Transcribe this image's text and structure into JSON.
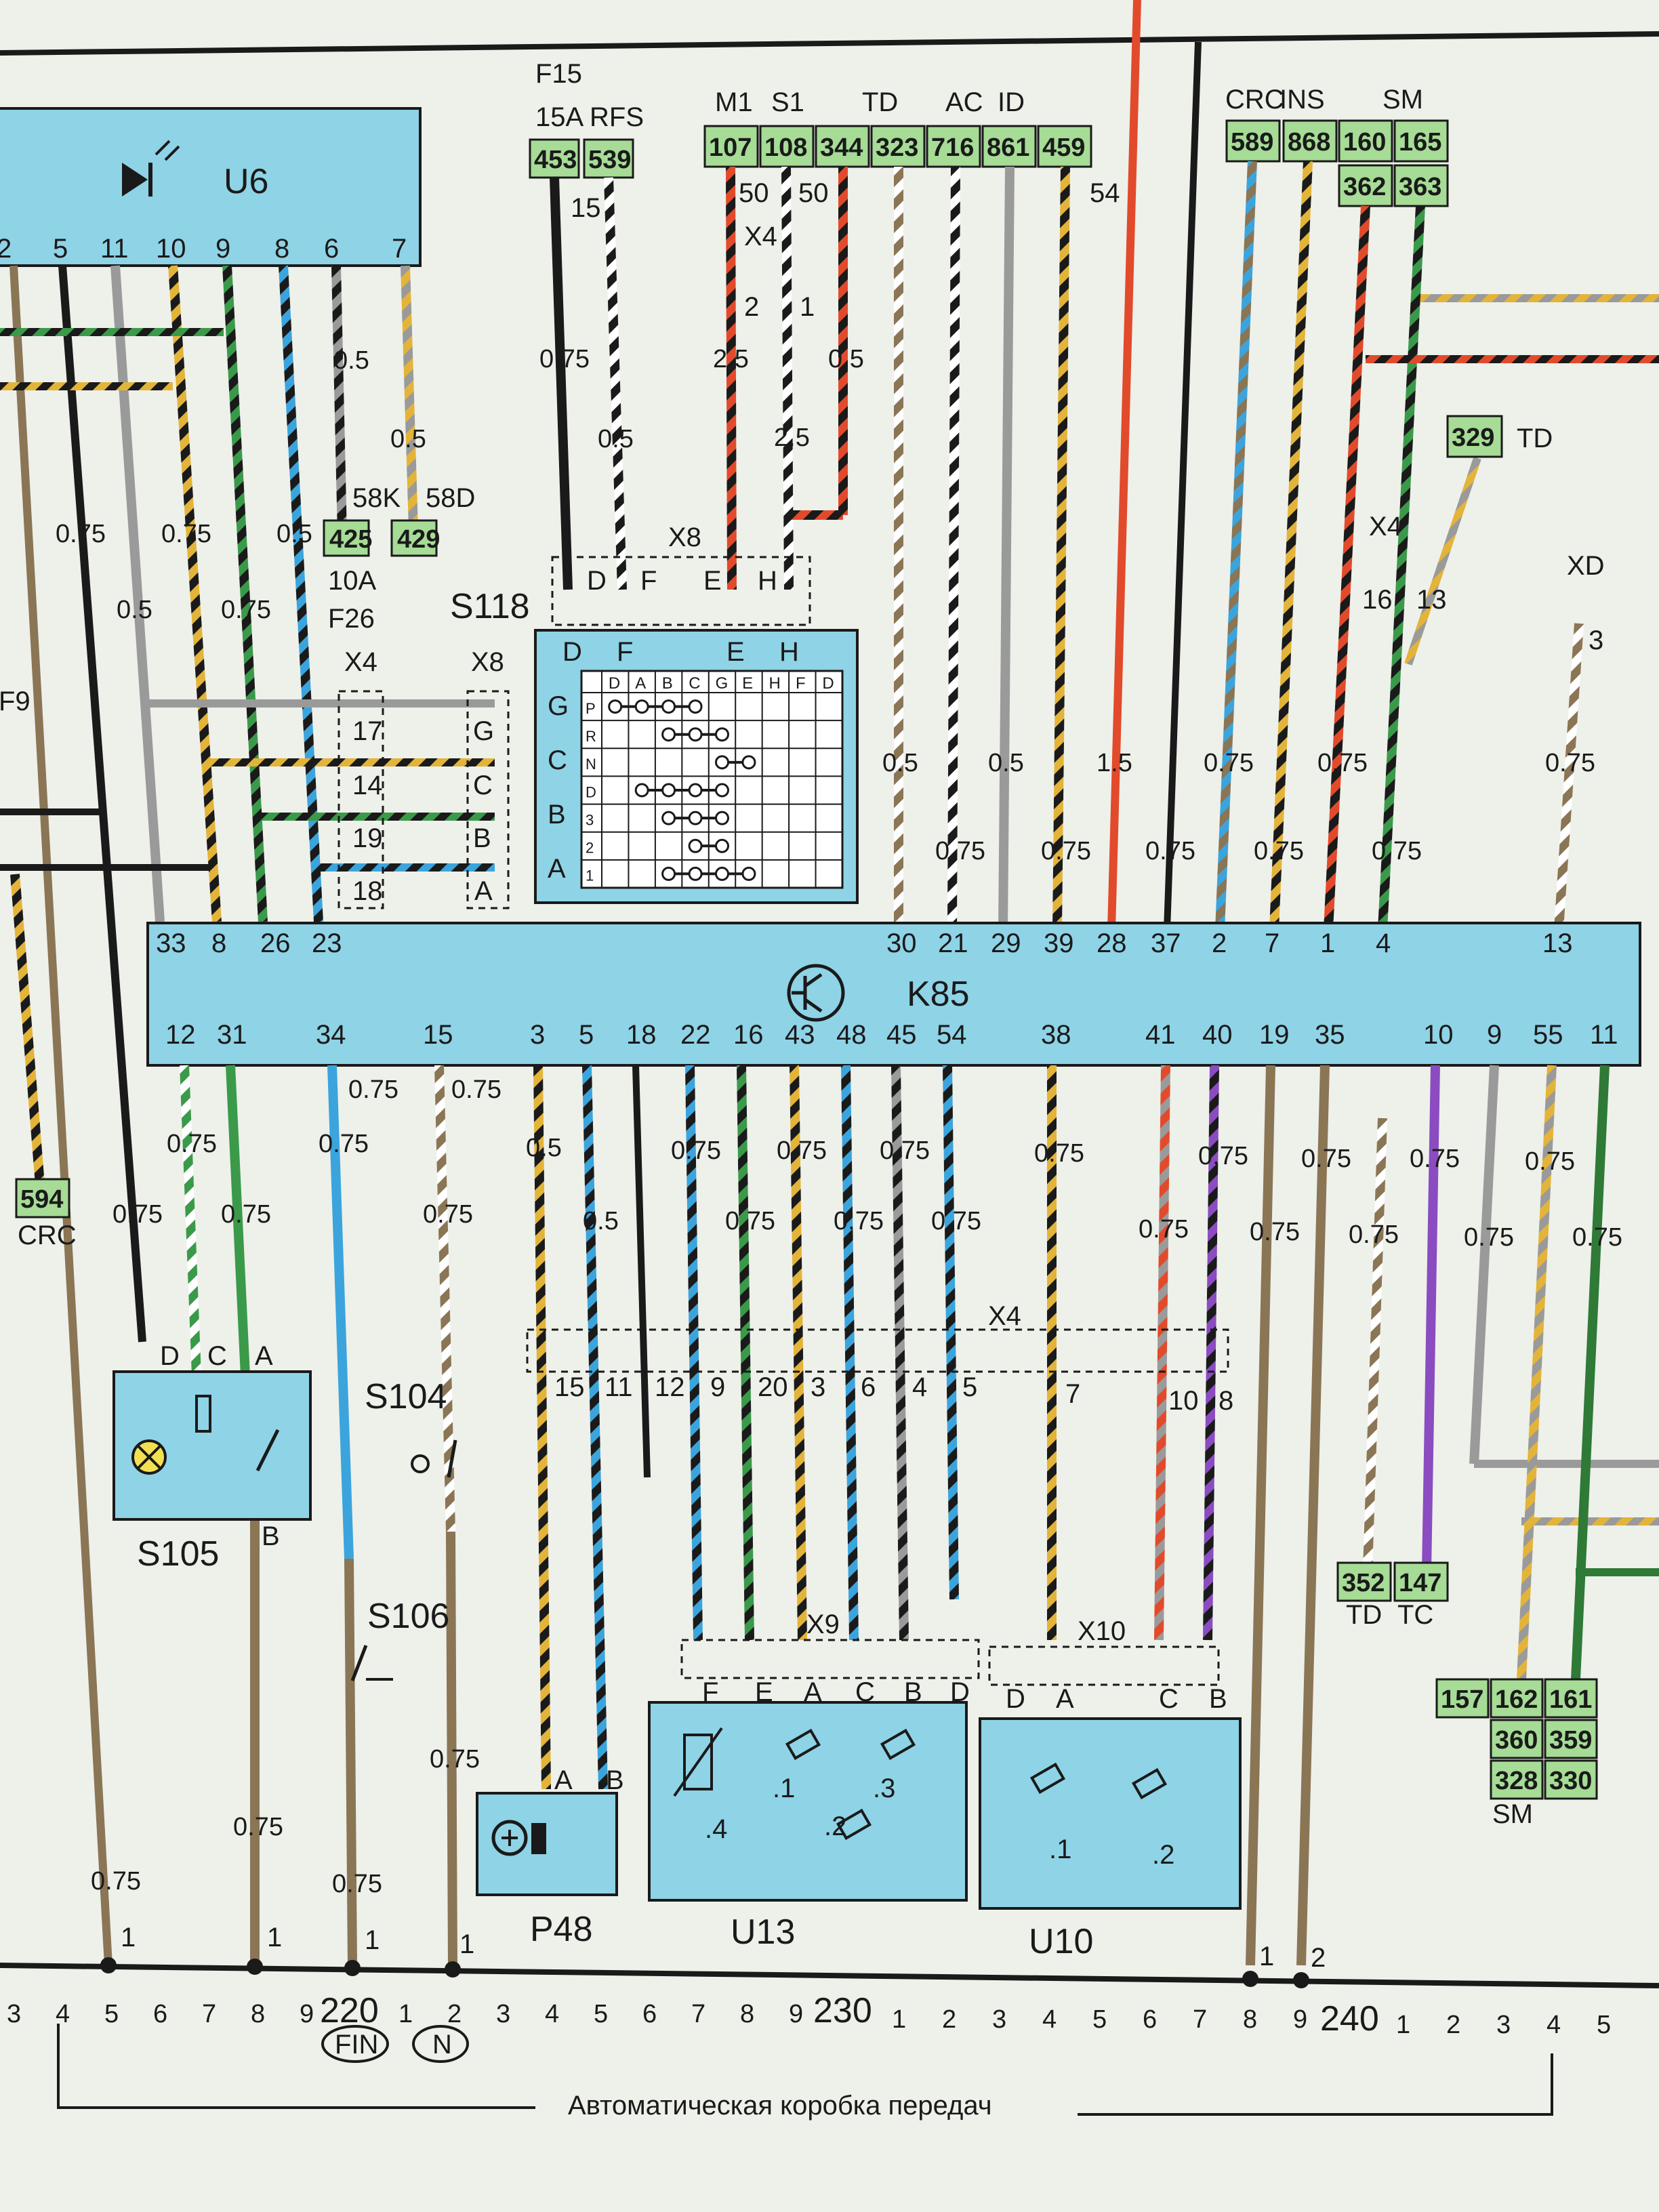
{
  "footer": {
    "caption": "Автоматическая коробка передач",
    "page_numbers": [
      "220",
      "230",
      "240"
    ],
    "pins_left": [
      "3",
      "4",
      "5",
      "6",
      "7",
      "8",
      "9"
    ],
    "pins_mid1": [
      "1",
      "2",
      "3",
      "4",
      "5",
      "6",
      "7",
      "8",
      "9"
    ],
    "pins_mid2": [
      "1",
      "2",
      "3",
      "4",
      "5",
      "6",
      "7",
      "8",
      "9"
    ],
    "pins_right": [
      "1",
      "2",
      "3",
      "4",
      "5"
    ],
    "badges": [
      "FIN",
      "N"
    ]
  },
  "top_labels": {
    "f15": "F15",
    "fuse_15a": "15A",
    "rfs": "RFS",
    "m1": "M1",
    "s1": "S1",
    "td": "TD",
    "ac": "AC",
    "id": "ID",
    "crc": "CRC",
    "ins": "INS",
    "sm": "SM"
  },
  "top_codes": [
    "453",
    "539",
    "107",
    "108",
    "344",
    "323",
    "716",
    "861",
    "459",
    "589",
    "868",
    "160",
    "165",
    "362",
    "363"
  ],
  "side_codes": {
    "c425": "425",
    "c429": "429",
    "c329": "329",
    "c594": "594",
    "c352": "352",
    "c147": "147",
    "c157": "157",
    "c162": "162",
    "c161": "161",
    "c360": "360",
    "c359": "359",
    "c328": "328",
    "c330": "330"
  },
  "components": {
    "u6": "U6",
    "s118": "S118",
    "k85": "K85",
    "s105": "S105",
    "s104": "S104",
    "s106": "S106",
    "p48": "P48",
    "u13": "U13",
    "u10": "U10"
  },
  "connectors": {
    "x4": "X4",
    "x8": "X8",
    "x9": "X9",
    "x10": "X10",
    "xd": "XD"
  },
  "misc_labels": {
    "f26": "F26",
    "f9": "F9",
    "a10": "10A",
    "k58": "58K",
    "d58": "58D",
    "td_side": "TD",
    "crc_side": "CRC",
    "td_low": "TD",
    "tc_low": "TC",
    "sm_low": "SM",
    "w50a": "50",
    "w50b": "50",
    "w15": "15",
    "w54": "54"
  },
  "u6_pins": [
    "2",
    "5",
    "11",
    "10",
    "9",
    "8",
    "6",
    "7"
  ],
  "k85_top_pins": [
    "33",
    "8",
    "26",
    "23",
    "30",
    "21",
    "29",
    "39",
    "28",
    "37",
    "2",
    "7",
    "1",
    "4",
    "13"
  ],
  "k85_bottom_pins": [
    "12",
    "31",
    "34",
    "15",
    "3",
    "5",
    "18",
    "22",
    "16",
    "43",
    "48",
    "45",
    "54",
    "38",
    "41",
    "40",
    "19",
    "35",
    "10",
    "9",
    "55",
    "11"
  ],
  "s118_matrix": {
    "columns": [
      "D",
      "A",
      "B",
      "C",
      "G",
      "E",
      "H",
      "F",
      "D"
    ],
    "rows": [
      "P",
      "R",
      "N",
      "D",
      "3",
      "2",
      "1"
    ]
  },
  "wire_sizes": [
    "0.5",
    "0.5",
    "0.75",
    "0.75",
    "0.5",
    "0.5",
    "0.75",
    "0.75",
    "2.5",
    "2.5",
    "0.5",
    "0.5",
    "0.75",
    "0.5",
    "0.5",
    "1.5",
    "0.75",
    "0.75",
    "0.75",
    "0.75",
    "0.75",
    "0.75",
    "0.75",
    "0.75",
    "0.75",
    "0.75",
    "0.75",
    "0.75",
    "0.75",
    "0.5",
    "0.5",
    "0.75",
    "0.75",
    "0.75",
    "0.75",
    "0.75",
    "0.75",
    "0.75",
    "0.75",
    "0.75",
    "0.75",
    "0.75",
    "0.75",
    "0.75",
    "0.75",
    "0.75",
    "0.75",
    "0.75",
    "0.75",
    "0.75",
    "0.75",
    "0.75"
  ]
}
